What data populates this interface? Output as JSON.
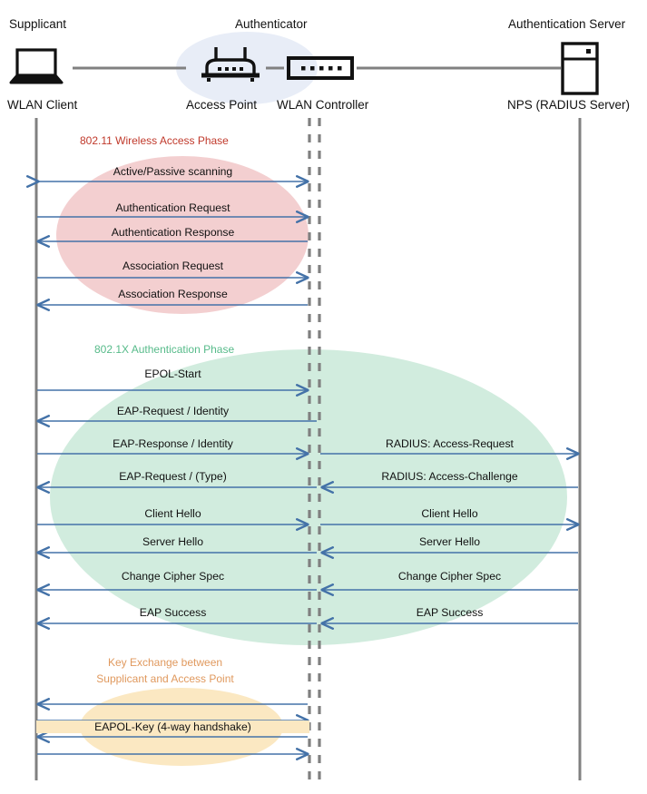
{
  "diagram": {
    "title_row": [
      {
        "id": "supplicant",
        "label": "Supplicant"
      },
      {
        "id": "authenticator",
        "label": "Authenticator"
      },
      {
        "id": "authentication-server",
        "label": "Authentication Server"
      }
    ],
    "actors": [
      {
        "id": "wlan-client",
        "label": "WLAN Client",
        "icon": "laptop-icon"
      },
      {
        "id": "access-point",
        "label": "Access Point",
        "icon": "access-point-icon"
      },
      {
        "id": "wlan-controller",
        "label": "WLAN Controller",
        "icon": "wlan-controller-icon"
      },
      {
        "id": "nps-radius-server",
        "label": "NPS (RADIUS Server)",
        "icon": "server-icon"
      }
    ],
    "phases": [
      {
        "id": "wireless-access",
        "label": "802.11 Wireless Access Phase",
        "color": "#C0392B",
        "ellipse_color": "#F3CFD0"
      },
      {
        "id": "dot1x-auth",
        "label": "802.1X Authentication Phase",
        "color": "#57BB8A",
        "ellipse_color": "#CFEBDC"
      },
      {
        "id": "key-exchange",
        "label": "Key Exchange between\nSupplicant and Access Point",
        "line1": "Key Exchange between",
        "line2": "Supplicant and Access Point",
        "color": "#E0995E",
        "ellipse_color": "#FBE8C2"
      }
    ],
    "messages_left": [
      {
        "id": "active-passive-scanning",
        "label": "Active/Passive scanning",
        "direction": "both"
      },
      {
        "id": "authentication-request",
        "label": "Authentication  Request",
        "direction": "right"
      },
      {
        "id": "authentication-response",
        "label": "Authentication  Response",
        "direction": "left"
      },
      {
        "id": "association-request",
        "label": "Association Request",
        "direction": "right"
      },
      {
        "id": "association-response",
        "label": "Association Response",
        "direction": "left"
      },
      {
        "id": "epol-start",
        "label": "EPOL-Start",
        "direction": "right"
      },
      {
        "id": "eap-request-identity",
        "label": "EAP-Request / Identity",
        "direction": "left"
      },
      {
        "id": "eap-response-identity",
        "label": "EAP-Response / Identity",
        "direction": "right"
      },
      {
        "id": "eap-request-type",
        "label": "EAP-Request / (Type)",
        "direction": "left"
      },
      {
        "id": "client-hello-left",
        "label": "Client Hello",
        "direction": "right"
      },
      {
        "id": "server-hello-left",
        "label": "Server Hello",
        "direction": "left"
      },
      {
        "id": "change-cipher-spec-left",
        "label": "Change Cipher Spec",
        "direction": "left"
      },
      {
        "id": "eap-success-left",
        "label": "EAP Success",
        "direction": "left"
      },
      {
        "id": "eapol-key-handshake",
        "label": "EAPOL-Key (4-way handshake)",
        "direction": "mixed"
      }
    ],
    "messages_right": [
      {
        "id": "radius-access-request",
        "label": "RADIUS: Access-Request",
        "direction": "right"
      },
      {
        "id": "radius-access-challenge",
        "label": "RADIUS: Access-Challenge",
        "direction": "left"
      },
      {
        "id": "client-hello-right",
        "label": "Client Hello",
        "direction": "right"
      },
      {
        "id": "server-hello-right",
        "label": "Server Hello",
        "direction": "left"
      },
      {
        "id": "change-cipher-spec-right",
        "label": "Change Cipher Spec",
        "direction": "left"
      },
      {
        "id": "eap-success-right",
        "label": "EAP Success",
        "direction": "left"
      }
    ],
    "colors": {
      "arrow": "#4472A8",
      "lifeline": "#808080",
      "connector": "#808080",
      "authenticator_ellipse": "#E8EDF7"
    }
  }
}
